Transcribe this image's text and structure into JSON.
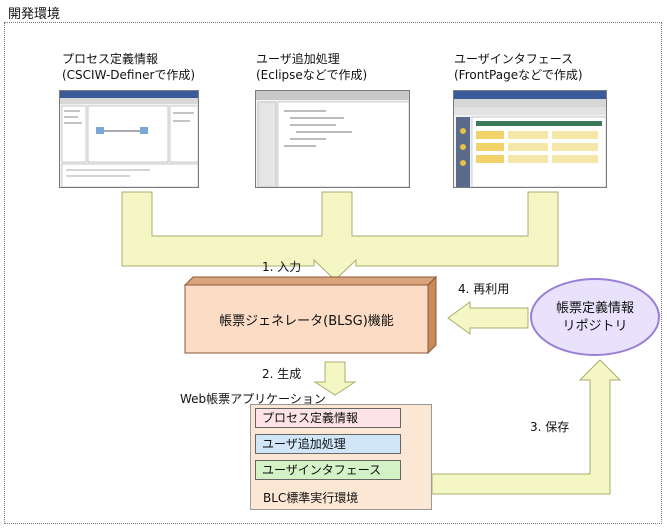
{
  "environment": {
    "label": "開発環境"
  },
  "sources": [
    {
      "title": "プロセス定義情報",
      "subtitle": "(CSCIW-Definerで作成)",
      "icon": "process-editor-screenshot"
    },
    {
      "title": "ユーザ追加処理",
      "subtitle": "(Eclipseなどで作成)",
      "icon": "code-editor-screenshot"
    },
    {
      "title": "ユーザインタフェース",
      "subtitle": "(FrontPageなどで作成)",
      "icon": "web-ui-editor-screenshot"
    }
  ],
  "steps": {
    "input": "1. 入力",
    "generate": "2. 生成",
    "store": "3. 保存",
    "reuse": "4. 再利用"
  },
  "generator": {
    "label": "帳票ジェネレータ(BLSG)機能"
  },
  "repository": {
    "line1": "帳票定義情報",
    "line2": "リポジトリ"
  },
  "application": {
    "title": "Web帳票アプリケーション",
    "modules": [
      "プロセス定義情報",
      "ユーザ追加処理",
      "ユーザインタフェース"
    ],
    "runtime": "BLC標準実行環境"
  },
  "colors": {
    "arrow": "#f4f7c4",
    "arrow_stroke": "#a8ae6c",
    "generator_face": "#fcdcc4",
    "generator_depth": "#c98a58",
    "app_panel": "#fce6d4",
    "module_process": "#fde3e8",
    "module_user": "#d2e6fa",
    "module_ui": "#d3f2c6",
    "repository": "#e8e2fc",
    "repository_stroke": "#9a7fd8"
  }
}
